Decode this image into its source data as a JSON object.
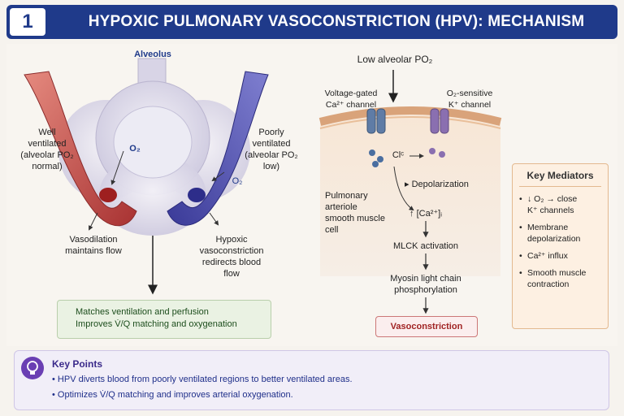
{
  "header": {
    "number": "1",
    "title": "HYPOXIC PULMONARY VASOCONSTRICTION (HPV): MECHANISM"
  },
  "left_panel": {
    "alveolus_label": "Alveolus",
    "well_ventilated": [
      "Well",
      "ventilated",
      "(alveolar PO₂",
      "normal)"
    ],
    "poorly_ventilated": [
      "Poorly",
      "ventilated",
      "(alveolar PO₂",
      "low)"
    ],
    "o2_label": "O₂",
    "vasodilation": [
      "Vasodilation",
      "maintains flow"
    ],
    "hypoxic_redirect": [
      "Hypoxic",
      "vasoconstriction",
      "redirects blood",
      "flow"
    ],
    "matches_box": [
      "Matches ventilation and perfusion",
      "Improves V̇/Q matching and oxygenation"
    ]
  },
  "right_panel": {
    "low_po2": "Low alveolar PO₂",
    "ca_channel": [
      "Voltage-gated",
      "Ca²⁺ channel"
    ],
    "k_channel": [
      "O₂-sensitive",
      "K⁺ channel"
    ],
    "cell_label": [
      "Pulmonary",
      "arteriole",
      "smooth muscle",
      "cell"
    ],
    "small_label": "Clᶜ",
    "depolarization": "▸ Depolarization",
    "ca_increase": "↑ [Ca²⁺]ᵢ",
    "mlck": "MLCK activation",
    "myosin": [
      "Myosin light chain",
      "phosphorylation"
    ],
    "vasoconstriction": "Vasoconstriction"
  },
  "mediators": {
    "title": "Key Mediators",
    "items": [
      [
        "↓ O₂ → close",
        "K⁺ channels"
      ],
      [
        "Membrane",
        "depolarization"
      ],
      [
        "Ca²⁺ influx"
      ],
      [
        "Smooth muscle",
        "contraction"
      ]
    ]
  },
  "key_points": {
    "title": "Key Points",
    "items": [
      "HPV diverts blood from poorly ventilated regions to better ventilated areas.",
      "Optimizes V̇/Q matching and improves arterial oxygenation."
    ]
  },
  "colors": {
    "header": "#1f3a8a",
    "oxygenated_vessel": "#c0403c",
    "deoxygenated_vessel": "#4a4aa8",
    "mediator_box": "#fdf0e2",
    "key_points_box": "#f1eef8"
  }
}
